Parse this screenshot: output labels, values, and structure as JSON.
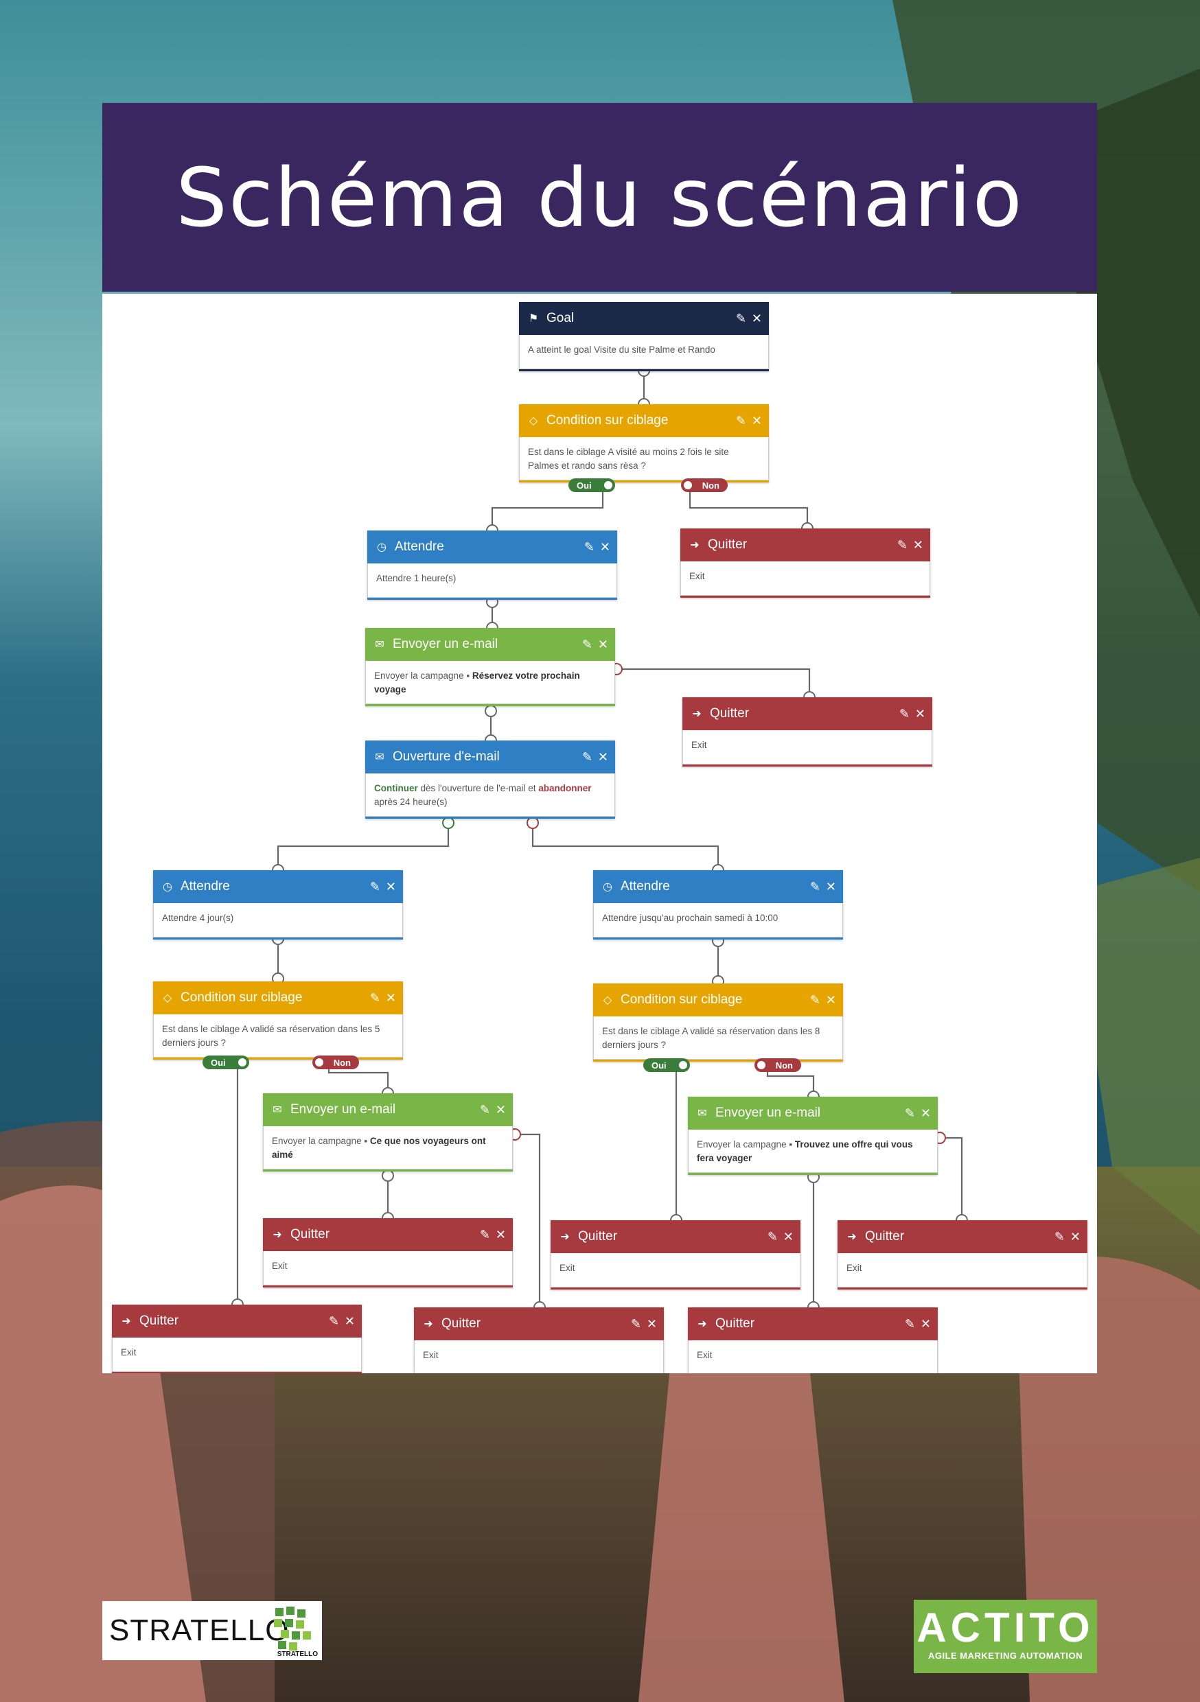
{
  "title": "Schéma du scénario",
  "icons": {
    "goal": "flag-icon",
    "condition": "diamond-icon",
    "wait": "clock-icon",
    "mail": "envelope-icon",
    "open": "open-envelope-icon",
    "quit": "exit-icon",
    "edit": "edit-icon",
    "close": "close-icon"
  },
  "colors": {
    "title_band": "#3b2760",
    "goal": "#1b2a49",
    "condition": "#e6a400",
    "wait": "#2f7fc4",
    "mail": "#7ab547",
    "quit": "#a63a3e",
    "oui": "#3a7d3a",
    "non": "#a63a3e"
  },
  "nodes": {
    "goal": {
      "title": "Goal",
      "text": "A atteint le goal Visite du site Palme et Rando"
    },
    "cond1": {
      "title": "Condition sur ciblage",
      "text": "Est dans le ciblage A visité au moins 2 fois le site Palmes et rando sans rèsa ?",
      "oui": "Oui",
      "non": "Non"
    },
    "wait1": {
      "title": "Attendre",
      "text": "Attendre 1 heure(s)"
    },
    "quit1": {
      "title": "Quitter",
      "text": "Exit"
    },
    "mail1": {
      "title": "Envoyer un e-mail",
      "text_pre": "Envoyer la campagne",
      "text_bold": "Réservez votre prochain voyage"
    },
    "quit2": {
      "title": "Quitter",
      "text": "Exit"
    },
    "open1": {
      "title": "Ouverture d'e-mail",
      "w1": "Continuer",
      "w2": "dès l'ouverture de l'e-mail et",
      "w3": "abandonner",
      "w4": "après 24 heure(s)"
    },
    "wait2": {
      "title": "Attendre",
      "text": "Attendre 4 jour(s)"
    },
    "wait3": {
      "title": "Attendre",
      "text": "Attendre jusqu'au prochain samedi à 10:00"
    },
    "cond2": {
      "title": "Condition sur ciblage",
      "text": "Est dans le ciblage A validé sa réservation dans les 5 derniers jours ?",
      "oui": "Oui",
      "non": "Non"
    },
    "cond3": {
      "title": "Condition sur ciblage",
      "text": "Est dans le ciblage A validé sa réservation dans les 8 derniers jours ?",
      "oui": "Oui",
      "non": "Non"
    },
    "mail2": {
      "title": "Envoyer un e-mail",
      "text_pre": "Envoyer la campagne",
      "text_bold": "Ce que nos voyageurs ont aimé"
    },
    "mail3": {
      "title": "Envoyer un e-mail",
      "text_pre": "Envoyer la campagne",
      "text_bold": "Trouvez une offre qui vous fera voyager"
    },
    "quit3": {
      "title": "Quitter",
      "text": "Exit"
    },
    "quit4": {
      "title": "Quitter",
      "text": "Exit"
    },
    "quit5": {
      "title": "Quitter",
      "text": "Exit"
    },
    "quit6": {
      "title": "Quitter",
      "text": "Exit"
    },
    "quit7": {
      "title": "Quitter",
      "text": "Exit"
    },
    "quit8": {
      "title": "Quitter",
      "text": "Exit"
    }
  },
  "logos": {
    "left": {
      "name": "STRATELLO",
      "small": "STRATELLO"
    },
    "right": {
      "name": "ACTITO",
      "tagline": "AGILE MARKETING AUTOMATION"
    }
  }
}
